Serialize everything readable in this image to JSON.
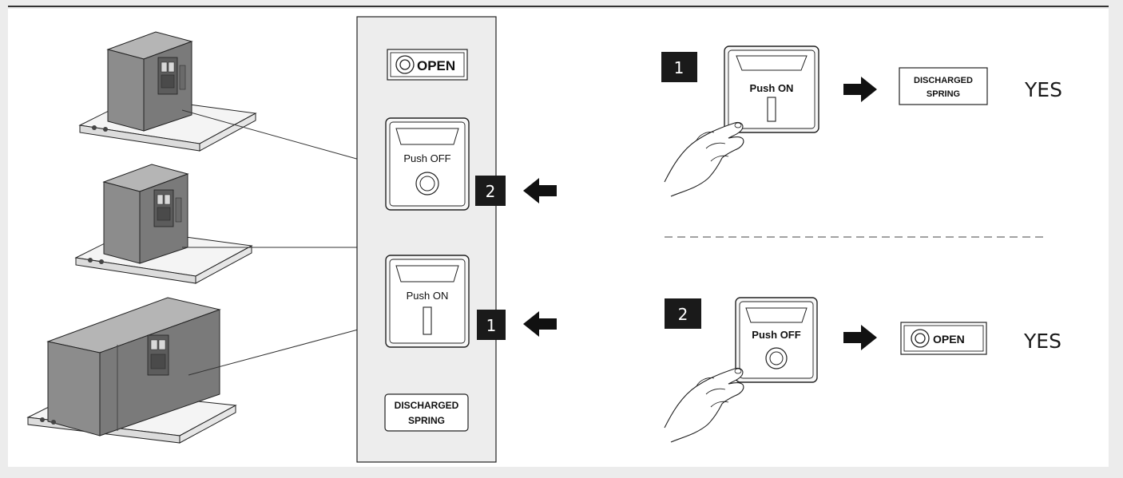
{
  "panel": {
    "open_label": "OPEN",
    "push_off_label": "Push OFF",
    "push_on_label": "Push ON",
    "discharged_line1": "DISCHARGED",
    "discharged_line2": "SPRING"
  },
  "callouts": {
    "step_off": "2",
    "step_on": "1"
  },
  "steps": [
    {
      "number": "1",
      "button_label": "Push ON",
      "result_line1": "DISCHARGED",
      "result_line2": "SPRING",
      "answer": "YES"
    },
    {
      "number": "2",
      "button_label": "Push OFF",
      "result_label": "OPEN",
      "answer": "YES"
    }
  ],
  "colors": {
    "panel_bg": "#ededed",
    "body_gray": "#8a8a8a",
    "badge": "#1a1a1a"
  }
}
